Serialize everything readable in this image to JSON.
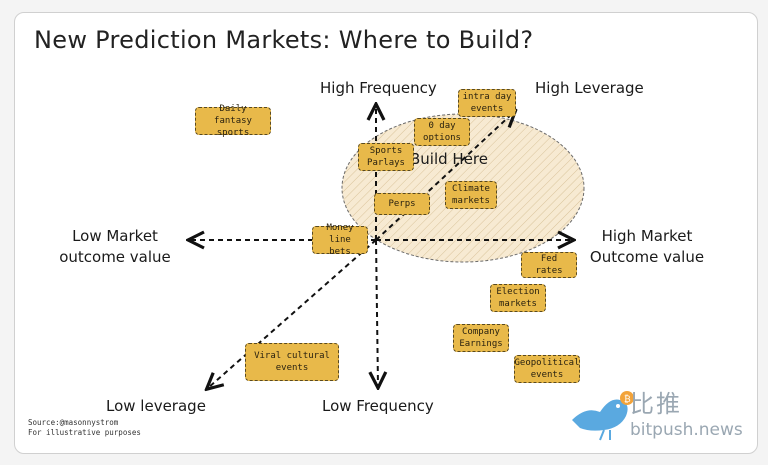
{
  "title": "New Prediction Markets: Where to Build?",
  "axes": {
    "high_frequency": "High Frequency",
    "low_frequency": "Low Frequency",
    "high_leverage": "High Leverage",
    "low_leverage": "Low leverage",
    "low_market": [
      "Low Market",
      "outcome value"
    ],
    "high_market": [
      "High Market",
      "Outcome value"
    ]
  },
  "build_here": "Build Here",
  "boxes": [
    {
      "id": "daily-fantasy",
      "lines": [
        "Daily fantasy",
        "sports"
      ]
    },
    {
      "id": "intra-day",
      "lines": [
        "intra day",
        "events"
      ]
    },
    {
      "id": "0-day-options",
      "lines": [
        "0 day",
        "options"
      ]
    },
    {
      "id": "sports-parlays",
      "lines": [
        "Sports",
        "Parlays"
      ]
    },
    {
      "id": "climate-markets",
      "lines": [
        "Climate",
        "markets"
      ]
    },
    {
      "id": "perps",
      "lines": [
        "Perps"
      ]
    },
    {
      "id": "money-line",
      "lines": [
        "Money line",
        "bets"
      ]
    },
    {
      "id": "fed-rates",
      "lines": [
        "Fed rates"
      ]
    },
    {
      "id": "election-markets",
      "lines": [
        "Election",
        "markets"
      ]
    },
    {
      "id": "company-earnings",
      "lines": [
        "Company",
        "Earnings"
      ]
    },
    {
      "id": "viral-cultural",
      "lines": [
        "Viral cultural",
        "events"
      ]
    },
    {
      "id": "geopolitical",
      "lines": [
        "Geopolitical",
        "events"
      ]
    }
  ],
  "source": [
    "Source:@masonnystrom",
    "For illustrative purposes"
  ],
  "watermark": {
    "cn": "比推",
    "en": "bitpush.news"
  },
  "colors": {
    "box_fill": "#e8b94a",
    "ellipse_fill": "#f5e8cf",
    "ink": "#1a1a1a",
    "watermark": "#9aa7b2"
  }
}
